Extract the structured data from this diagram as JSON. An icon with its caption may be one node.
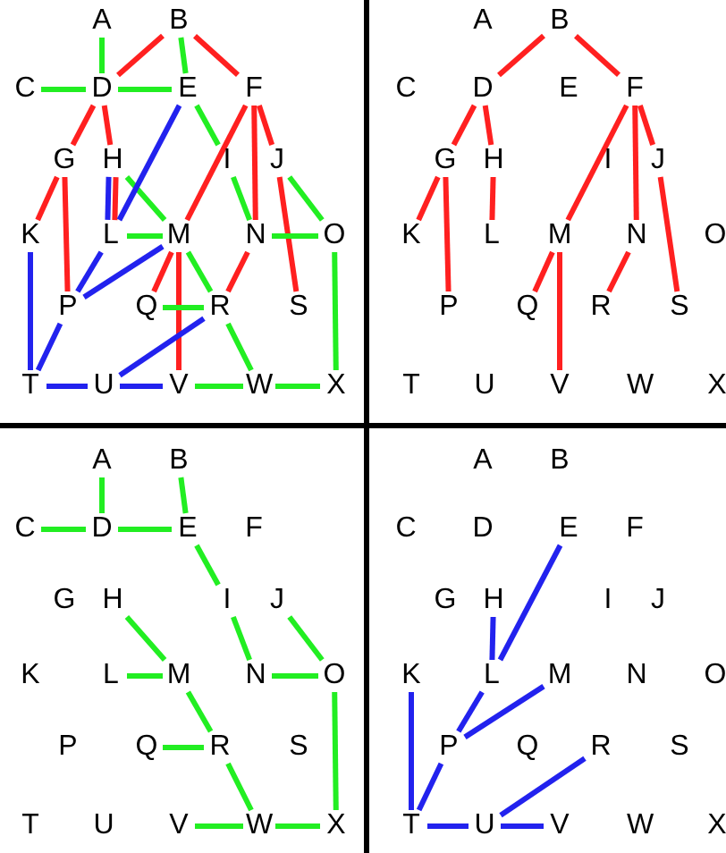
{
  "diagram": {
    "nodes": [
      {
        "text": [
          "A"
        ]
      },
      {
        "text": [
          "B"
        ]
      },
      {
        "text": [
          "C"
        ]
      },
      {
        "text": [
          "D"
        ]
      },
      {
        "text": [
          "E"
        ]
      },
      {
        "text": [
          "F"
        ]
      },
      {
        "text": [
          "G"
        ]
      },
      {
        "text": [
          "H"
        ]
      },
      {
        "text": [
          "I"
        ]
      },
      {
        "text": [
          "J"
        ]
      },
      {
        "text": [
          "K"
        ]
      },
      {
        "text": [
          "L"
        ]
      },
      {
        "text": [
          "M"
        ]
      },
      {
        "text": [
          "N"
        ]
      },
      {
        "text": [
          "O"
        ]
      },
      {
        "text": [
          "P"
        ]
      },
      {
        "text": [
          "Q"
        ]
      },
      {
        "text": [
          "R"
        ]
      },
      {
        "text": [
          "S"
        ]
      },
      {
        "text": [
          "T"
        ]
      },
      {
        "text": [
          "U"
        ]
      },
      {
        "text": [
          "V"
        ]
      },
      {
        "text": [
          "W"
        ]
      },
      {
        "text": [
          "X"
        ]
      },
      {
        "text": [
          "A"
        ]
      },
      {
        "text": [
          "B"
        ]
      },
      {
        "text": [
          "C"
        ]
      },
      {
        "text": [
          "D"
        ]
      },
      {
        "text": [
          "E"
        ]
      },
      {
        "text": [
          "F"
        ]
      },
      {
        "text": [
          "G"
        ]
      },
      {
        "text": [
          "H"
        ]
      },
      {
        "text": [
          "I"
        ]
      },
      {
        "text": [
          "J"
        ]
      },
      {
        "text": [
          "K"
        ]
      },
      {
        "text": [
          "L"
        ]
      },
      {
        "text": [
          "M"
        ]
      },
      {
        "text": [
          "N"
        ]
      },
      {
        "text": [
          "O"
        ]
      },
      {
        "text": [
          "P"
        ]
      },
      {
        "text": [
          "Q"
        ]
      },
      {
        "text": [
          "R"
        ]
      },
      {
        "text": [
          "S"
        ]
      },
      {
        "text": [
          "T"
        ]
      },
      {
        "text": [
          "U"
        ]
      },
      {
        "text": [
          "V"
        ]
      },
      {
        "text": [
          "W"
        ]
      },
      {
        "text": [
          "X"
        ]
      },
      {
        "text": [
          "A"
        ]
      },
      {
        "text": [
          "B"
        ]
      },
      {
        "text": [
          "C"
        ]
      },
      {
        "text": [
          "D"
        ]
      },
      {
        "text": [
          "E"
        ]
      },
      {
        "text": [
          "F"
        ]
      },
      {
        "text": [
          "G"
        ]
      },
      {
        "text": [
          "H"
        ]
      },
      {
        "text": [
          "I"
        ]
      },
      {
        "text": [
          "J"
        ]
      },
      {
        "text": [
          "K"
        ]
      },
      {
        "text": [
          "L"
        ]
      },
      {
        "text": [
          "M"
        ]
      },
      {
        "text": [
          "N"
        ]
      },
      {
        "text": [
          "O"
        ]
      },
      {
        "text": [
          "P"
        ]
      },
      {
        "text": [
          "Q"
        ]
      },
      {
        "text": [
          "R"
        ]
      },
      {
        "text": [
          "S"
        ]
      },
      {
        "text": [
          "T"
        ]
      },
      {
        "text": [
          "U"
        ]
      },
      {
        "text": [
          "V"
        ]
      },
      {
        "text": [
          "W"
        ]
      },
      {
        "text": [
          "X"
        ]
      },
      {
        "text": [
          "A"
        ]
      },
      {
        "text": [
          "B"
        ]
      },
      {
        "text": [
          "C"
        ]
      },
      {
        "text": [
          "D"
        ]
      },
      {
        "text": [
          "E"
        ]
      },
      {
        "text": [
          "F"
        ]
      },
      {
        "text": [
          "G"
        ]
      },
      {
        "text": [
          "H"
        ]
      },
      {
        "text": [
          "I"
        ]
      },
      {
        "text": [
          "J"
        ]
      },
      {
        "text": [
          "K"
        ]
      },
      {
        "text": [
          "L"
        ]
      },
      {
        "text": [
          "M"
        ]
      },
      {
        "text": [
          "N"
        ]
      },
      {
        "text": [
          "O"
        ]
      },
      {
        "text": [
          "P"
        ]
      },
      {
        "text": [
          "Q"
        ]
      },
      {
        "text": [
          "R"
        ]
      },
      {
        "text": [
          "S"
        ]
      },
      {
        "text": [
          "T"
        ]
      },
      {
        "text": [
          "U"
        ]
      },
      {
        "text": [
          "V"
        ]
      },
      {
        "text": [
          "W"
        ]
      },
      {
        "text": [
          "X"
        ]
      }
    ],
    "edges": [
      {
        "from": 1,
        "to": 3,
        "arrow": "none",
        "color": "#ff2020"
      },
      {
        "from": 1,
        "to": 5,
        "arrow": "none",
        "color": "#ff2020"
      },
      {
        "from": 3,
        "to": 6,
        "arrow": "none",
        "color": "#ff2020"
      },
      {
        "from": 3,
        "to": 7,
        "arrow": "none",
        "color": "#ff2020"
      },
      {
        "from": 6,
        "to": 10,
        "arrow": "none",
        "color": "#ff2020"
      },
      {
        "from": 6,
        "to": 15,
        "arrow": "none",
        "color": "#ff2020"
      },
      {
        "from": 7,
        "to": 11,
        "arrow": "none",
        "color": "#ff2020"
      },
      {
        "from": 5,
        "to": 12,
        "arrow": "none",
        "color": "#ff2020"
      },
      {
        "from": 5,
        "to": 13,
        "arrow": "none",
        "color": "#ff2020"
      },
      {
        "from": 5,
        "to": 9,
        "arrow": "none",
        "color": "#ff2020"
      },
      {
        "from": 9,
        "to": 18,
        "arrow": "none",
        "color": "#ff2020"
      },
      {
        "from": 12,
        "to": 16,
        "arrow": "none",
        "color": "#ff2020"
      },
      {
        "from": 12,
        "to": 21,
        "arrow": "none",
        "color": "#ff2020"
      },
      {
        "from": 13,
        "to": 17,
        "arrow": "none",
        "color": "#ff2020"
      },
      {
        "from": 0,
        "to": 3,
        "arrow": "none",
        "color": "#22ee22"
      },
      {
        "from": 2,
        "to": 3,
        "arrow": "none",
        "color": "#22ee22"
      },
      {
        "from": 3,
        "to": 4,
        "arrow": "none",
        "color": "#22ee22"
      },
      {
        "from": 1,
        "to": 4,
        "arrow": "none",
        "color": "#22ee22"
      },
      {
        "from": 4,
        "to": 8,
        "arrow": "none",
        "color": "#22ee22"
      },
      {
        "from": 8,
        "to": 13,
        "arrow": "none",
        "color": "#22ee22"
      },
      {
        "from": 7,
        "to": 12,
        "arrow": "none",
        "color": "#22ee22"
      },
      {
        "from": 11,
        "to": 12,
        "arrow": "none",
        "color": "#22ee22"
      },
      {
        "from": 12,
        "to": 17,
        "arrow": "none",
        "color": "#22ee22"
      },
      {
        "from": 16,
        "to": 17,
        "arrow": "none",
        "color": "#22ee22"
      },
      {
        "from": 17,
        "to": 22,
        "arrow": "none",
        "color": "#22ee22"
      },
      {
        "from": 21,
        "to": 22,
        "arrow": "none",
        "color": "#22ee22"
      },
      {
        "from": 22,
        "to": 23,
        "arrow": "none",
        "color": "#22ee22"
      },
      {
        "from": 13,
        "to": 14,
        "arrow": "none",
        "color": "#22ee22"
      },
      {
        "from": 9,
        "to": 14,
        "arrow": "none",
        "color": "#22ee22"
      },
      {
        "from": 14,
        "to": 23,
        "arrow": "none",
        "color": "#22ee22"
      },
      {
        "from": 4,
        "to": 11,
        "arrow": "none",
        "color": "#2222ee"
      },
      {
        "from": 7,
        "to": 11,
        "arrow": "none",
        "color": "#2222ee"
      },
      {
        "from": 10,
        "to": 19,
        "arrow": "none",
        "color": "#2222ee"
      },
      {
        "from": 11,
        "to": 15,
        "arrow": "none",
        "color": "#2222ee"
      },
      {
        "from": 12,
        "to": 15,
        "arrow": "none",
        "color": "#2222ee"
      },
      {
        "from": 15,
        "to": 19,
        "arrow": "none",
        "color": "#2222ee"
      },
      {
        "from": 19,
        "to": 20,
        "arrow": "none",
        "color": "#2222ee"
      },
      {
        "from": 20,
        "to": 21,
        "arrow": "none",
        "color": "#2222ee"
      },
      {
        "from": 17,
        "to": 20,
        "arrow": "none",
        "color": "#2222ee"
      },
      {
        "from": 25,
        "to": 27,
        "arrow": "none",
        "color": "#ff2020"
      },
      {
        "from": 25,
        "to": 29,
        "arrow": "none",
        "color": "#ff2020"
      },
      {
        "from": 27,
        "to": 30,
        "arrow": "none",
        "color": "#ff2020"
      },
      {
        "from": 27,
        "to": 31,
        "arrow": "none",
        "color": "#ff2020"
      },
      {
        "from": 30,
        "to": 34,
        "arrow": "none",
        "color": "#ff2020"
      },
      {
        "from": 30,
        "to": 39,
        "arrow": "none",
        "color": "#ff2020"
      },
      {
        "from": 31,
        "to": 35,
        "arrow": "none",
        "color": "#ff2020"
      },
      {
        "from": 29,
        "to": 36,
        "arrow": "none",
        "color": "#ff2020"
      },
      {
        "from": 29,
        "to": 37,
        "arrow": "none",
        "color": "#ff2020"
      },
      {
        "from": 29,
        "to": 33,
        "arrow": "none",
        "color": "#ff2020"
      },
      {
        "from": 33,
        "to": 42,
        "arrow": "none",
        "color": "#ff2020"
      },
      {
        "from": 36,
        "to": 40,
        "arrow": "none",
        "color": "#ff2020"
      },
      {
        "from": 36,
        "to": 45,
        "arrow": "none",
        "color": "#ff2020"
      },
      {
        "from": 37,
        "to": 41,
        "arrow": "none",
        "color": "#ff2020"
      },
      {
        "from": 48,
        "to": 51,
        "arrow": "none",
        "color": "#22ee22"
      },
      {
        "from": 50,
        "to": 51,
        "arrow": "none",
        "color": "#22ee22"
      },
      {
        "from": 51,
        "to": 52,
        "arrow": "none",
        "color": "#22ee22"
      },
      {
        "from": 49,
        "to": 52,
        "arrow": "none",
        "color": "#22ee22"
      },
      {
        "from": 52,
        "to": 56,
        "arrow": "none",
        "color": "#22ee22"
      },
      {
        "from": 56,
        "to": 61,
        "arrow": "none",
        "color": "#22ee22"
      },
      {
        "from": 55,
        "to": 60,
        "arrow": "none",
        "color": "#22ee22"
      },
      {
        "from": 59,
        "to": 60,
        "arrow": "none",
        "color": "#22ee22"
      },
      {
        "from": 60,
        "to": 65,
        "arrow": "none",
        "color": "#22ee22"
      },
      {
        "from": 64,
        "to": 65,
        "arrow": "none",
        "color": "#22ee22"
      },
      {
        "from": 65,
        "to": 70,
        "arrow": "none",
        "color": "#22ee22"
      },
      {
        "from": 69,
        "to": 70,
        "arrow": "none",
        "color": "#22ee22"
      },
      {
        "from": 70,
        "to": 71,
        "arrow": "none",
        "color": "#22ee22"
      },
      {
        "from": 61,
        "to": 62,
        "arrow": "none",
        "color": "#22ee22"
      },
      {
        "from": 57,
        "to": 62,
        "arrow": "none",
        "color": "#22ee22"
      },
      {
        "from": 62,
        "to": 71,
        "arrow": "none",
        "color": "#22ee22"
      },
      {
        "from": 76,
        "to": 83,
        "arrow": "none",
        "color": "#2222ee"
      },
      {
        "from": 79,
        "to": 83,
        "arrow": "none",
        "color": "#2222ee"
      },
      {
        "from": 82,
        "to": 91,
        "arrow": "none",
        "color": "#2222ee"
      },
      {
        "from": 83,
        "to": 87,
        "arrow": "none",
        "color": "#2222ee"
      },
      {
        "from": 84,
        "to": 87,
        "arrow": "none",
        "color": "#2222ee"
      },
      {
        "from": 87,
        "to": 91,
        "arrow": "none",
        "color": "#2222ee"
      },
      {
        "from": 91,
        "to": 92,
        "arrow": "none",
        "color": "#2222ee"
      },
      {
        "from": 92,
        "to": 93,
        "arrow": "none",
        "color": "#2222ee"
      },
      {
        "from": 89,
        "to": 92,
        "arrow": "none",
        "color": "#2222ee"
      }
    ]
  }
}
